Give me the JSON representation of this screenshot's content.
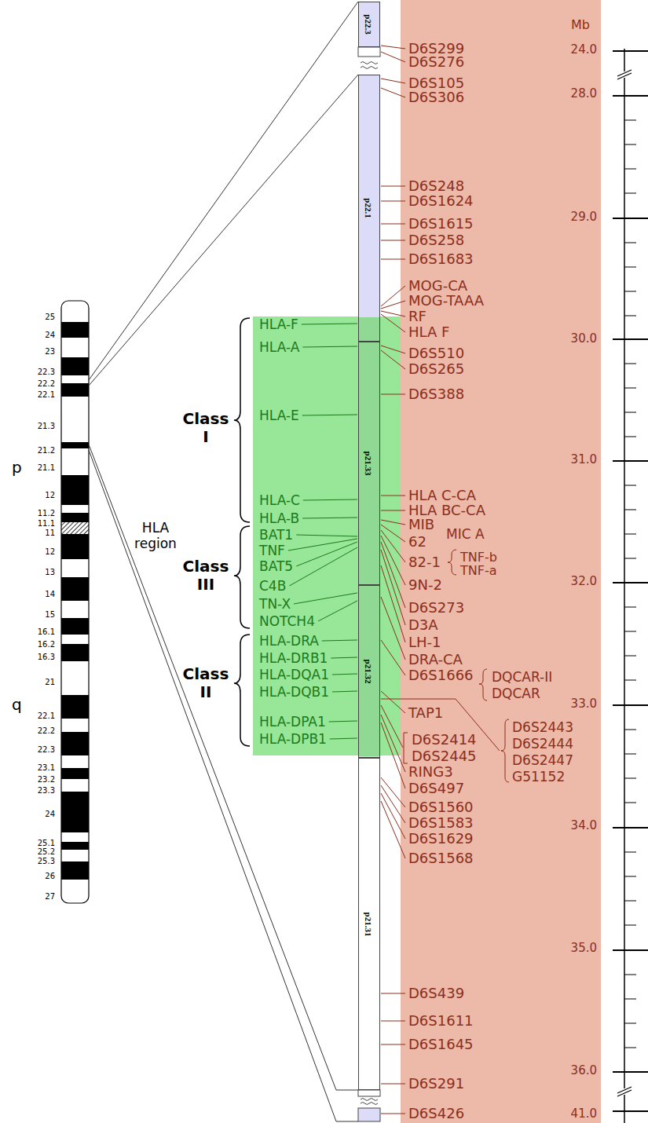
{
  "diagram": {
    "nodes": [
      {
        "text": [
          "HLA-F",
          "HLA-A",
          "HLA-E",
          "HLA-C",
          "HLA-B",
          "BAT1",
          "TNF",
          "BAT5",
          "C4B",
          "TN-X",
          "NOTCH4",
          "HLA-DRA",
          "HLA-DRB1",
          "HLA-DQA1",
          "HLA-DQB1",
          "HLA-DPA1",
          "HLA-DPB1"
        ]
      },
      {
        "text": [
          "p22.3"
        ]
      },
      {
        "text": [
          "p22.1"
        ]
      },
      {
        "text": [
          "p21.33"
        ],
        "in": 0
      },
      {
        "text": [
          "p21.32"
        ]
      },
      {
        "text": [
          "p21.31"
        ]
      },
      {
        "text": [
          "Mb",
          "D6S299",
          "D6S276",
          "D6S105",
          "D6S306",
          "D6S248",
          "D6S1624",
          "D6S1615",
          "D6S258",
          "D6S1683",
          "MOG-CA",
          "MOG-TAAA",
          "RF",
          "HLA F",
          "D6S510",
          "D6S265",
          "D6S388",
          "HLA C-CA",
          "HLA BC-CA",
          "MIB",
          "MIC A",
          "62",
          "TNF-b",
          "82-1",
          "TNF-a",
          "9N-2",
          "D6S273",
          "D3A",
          "LH-1",
          "DRA-CA",
          "D6S1666",
          "DQCAR-II",
          "DQCAR",
          "TAP1",
          "D6S2443",
          "D6S2444",
          "D6S2447",
          "G51152",
          "D6S2414",
          "D6S2445",
          "RING3",
          "D6S497",
          "D6S1560",
          "D6S1583",
          "D6S1629",
          "D6S1568",
          "D6S439",
          "D6S1611",
          "D6S1645",
          "D6S291",
          "D6S426",
          "24.0",
          "28.0",
          "29.0",
          "30.0",
          "31.0",
          "32.0",
          "33.0",
          "34.0",
          "35.0",
          "36.0",
          "41.0"
        ]
      }
    ],
    "labels": [
      "p",
      "25",
      "24",
      "23",
      "22.3",
      "22.2",
      "22.1",
      "21.3",
      "21.2",
      "21.1",
      "12",
      "11.2",
      "11.1",
      "11",
      "12",
      "13",
      "14",
      "15",
      "16.1",
      "16.2",
      "16.3",
      "21",
      "22.1",
      "22.2",
      "22.3",
      "23.1",
      "23.2",
      "23.3",
      "24",
      "25.1",
      "25.2",
      "25.3",
      "26",
      "27",
      "q",
      "HLA region",
      "Class I",
      "Class III",
      "Class II"
    ]
  }
}
